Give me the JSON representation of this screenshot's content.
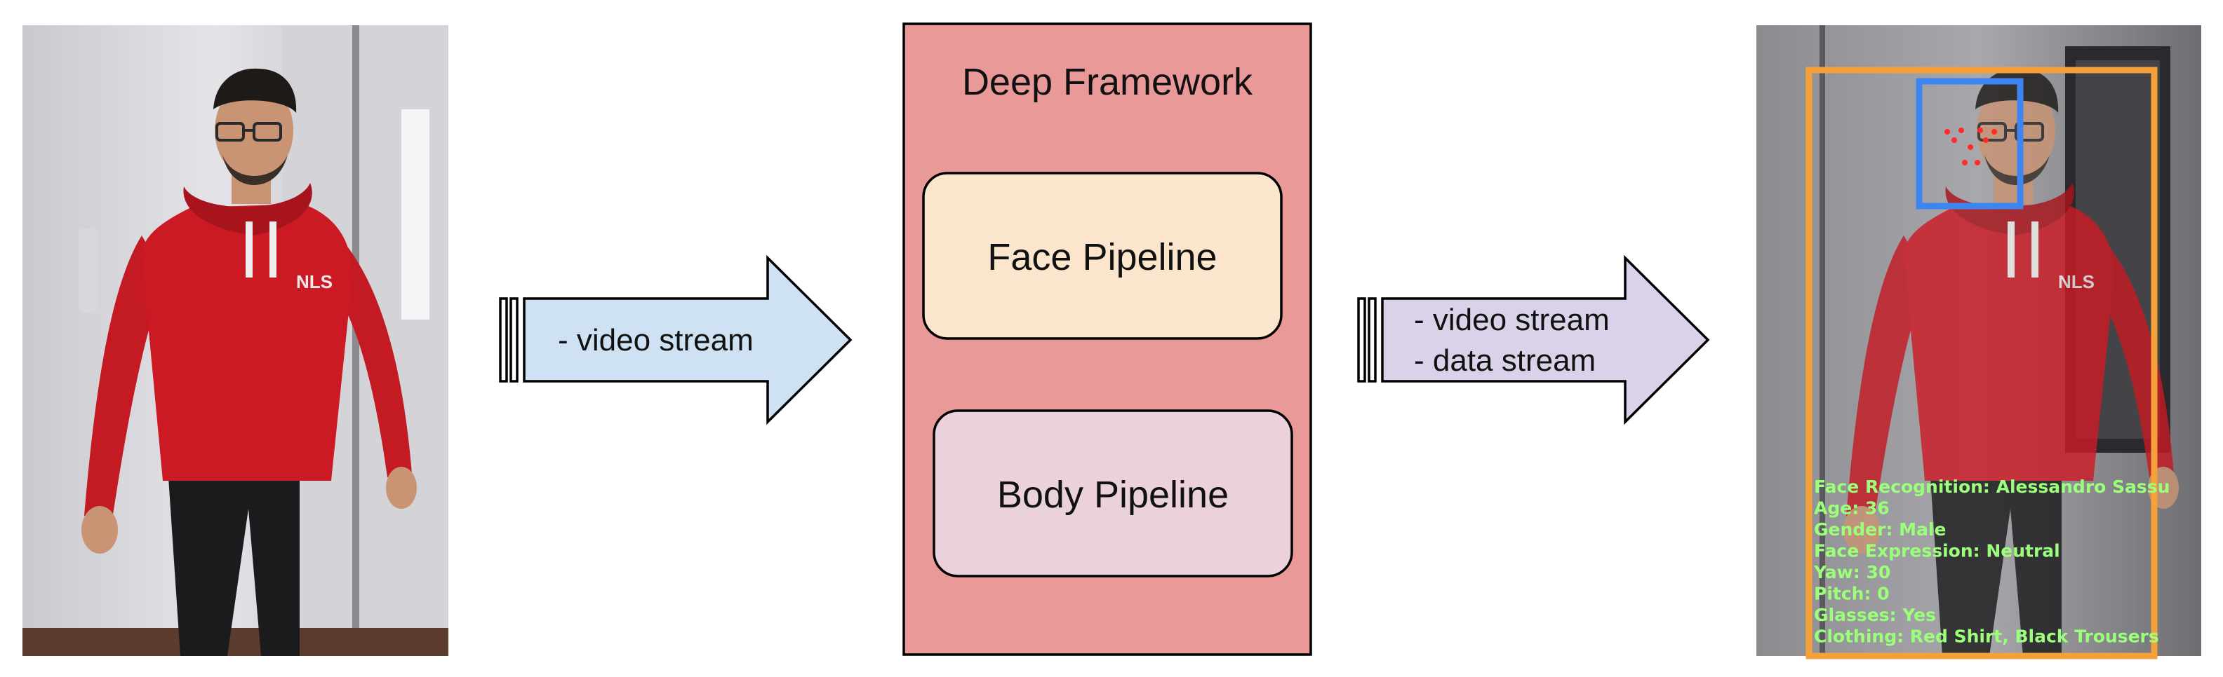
{
  "framework": {
    "title": "Deep Framework",
    "face_pipeline": "Face Pipeline",
    "body_pipeline": "Body Pipeline"
  },
  "input_arrow": {
    "lines": [
      "- video stream"
    ]
  },
  "output_arrow": {
    "lines": [
      "- video stream",
      "- data stream"
    ]
  },
  "output_overlay": {
    "lines": [
      "Face Recognition: Alessandro Sassu",
      "Age: 36",
      "Gender: Male",
      "Face Expression: Neutral",
      "Yaw: 30",
      "Pitch: 0",
      "Glasses: Yes",
      "Clothing: Red Shirt, Black Trousers"
    ]
  },
  "colors": {
    "framework_fill": "#ea9999",
    "face_pipeline_fill": "#fce5cd",
    "body_pipeline_fill": "#ead1dc",
    "input_arrow_fill": "#cfe2f3",
    "output_arrow_fill": "#d9d2e9",
    "body_box": "#f6a03a",
    "face_box": "#3d85f0",
    "overlay_text": "#9cff7a",
    "landmarks": "#ff2a2a",
    "hoodie": "#cc1a24",
    "trousers": "#1b1b1d"
  }
}
